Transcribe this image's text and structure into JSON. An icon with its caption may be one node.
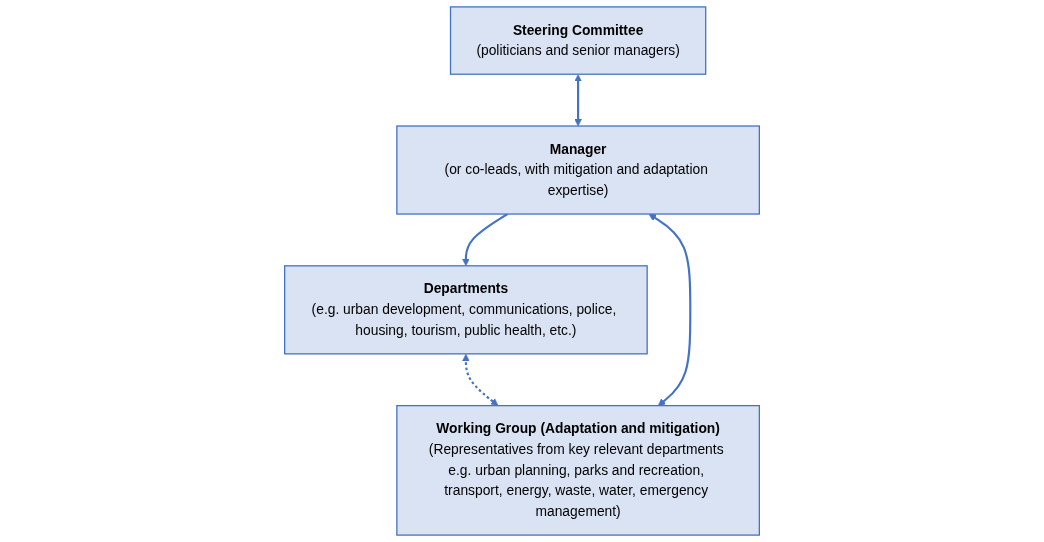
{
  "diagram": {
    "nodes": [
      {
        "text": [
          "Steering Committee",
          "(politicians and senior managers)"
        ]
      },
      {
        "text": [
          "Manager",
          "(or co-leads, with mitigation and adaptation expertise)"
        ]
      },
      {
        "text": [
          "Departments",
          "(e.g. urban development, communications, police, housing, tourism, public health, etc.)"
        ]
      },
      {
        "text": [
          "Working Group (Adaptation and mitigation)",
          "(Representatives from key relevant departments e.g. urban planning, parks and recreation, transport, energy, waste, water, emergency management)"
        ]
      }
    ],
    "edges": [
      {
        "from": 0,
        "to": 1,
        "arrow": "both",
        "color": "#4472c4"
      },
      {
        "from": 1,
        "to": 2,
        "arrow": "to",
        "color": "#4472c4"
      },
      {
        "from": 2,
        "to": 3,
        "arrow": "both",
        "style": "dashed",
        "color": "#4472c4"
      },
      {
        "from": 1,
        "to": 3,
        "arrow": "both",
        "color": "#4472c4"
      }
    ]
  }
}
